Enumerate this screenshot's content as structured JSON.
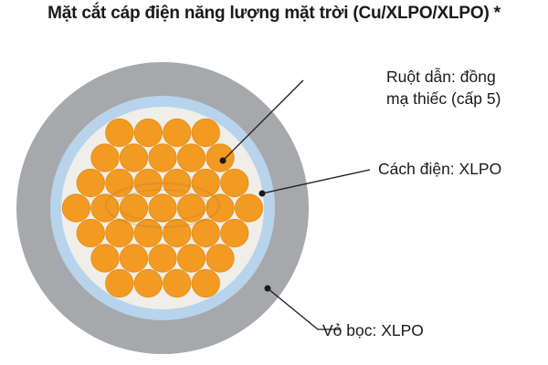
{
  "title": "Mặt cắt cáp điện năng lượng mặt trời (Cu/XLPO/XLPO) *",
  "labels": {
    "conductor_line1": "Ruột dẫn: đồng",
    "conductor_line2": "mạ thiếc (cấp 5)",
    "insulation": "Cách điện: XLPO",
    "sheath": "Vỏ bọc: XLPO"
  },
  "colors": {
    "sheath": "#a6a8ab",
    "insulation": "#b8d3ec",
    "filler": "#f0eee9",
    "strand": "#f29a21",
    "strand_edge": "#e38a12",
    "leader_line": "#1a1a1a",
    "dot": "#1a1a1a"
  }
}
